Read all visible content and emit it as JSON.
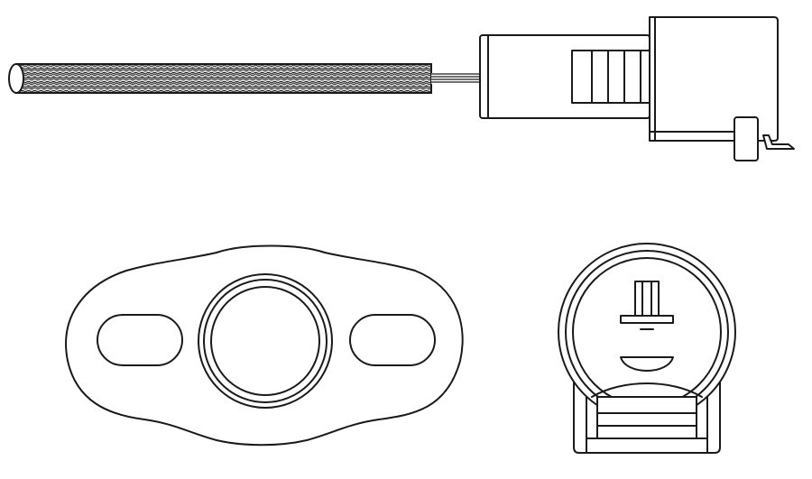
{
  "figure": {
    "views": [
      "side-view",
      "mounting-flange-view",
      "connector-face-view"
    ]
  },
  "colors": {
    "line": "#1a1a1a",
    "background": "#ffffff",
    "braid_fill": "#d9d9d9"
  }
}
